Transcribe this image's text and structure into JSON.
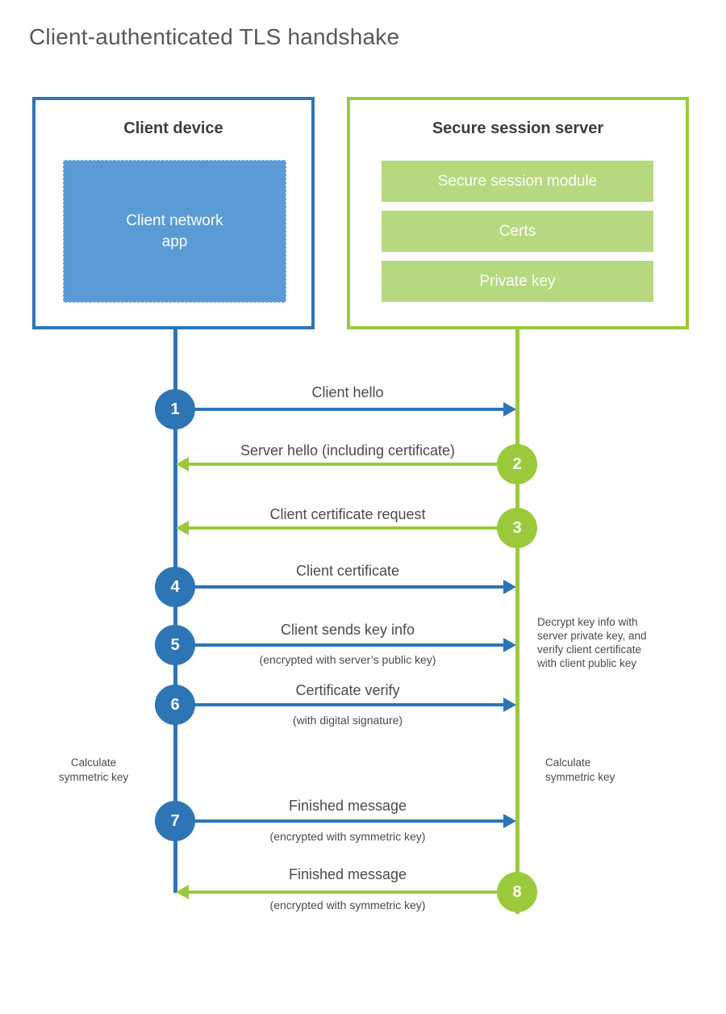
{
  "title": "Client-authenticated TLS handshake",
  "colors": {
    "blue": "#2e75b6",
    "blue_light": "#5b9bd5",
    "green": "#9aca3c",
    "green_light": "#b6d87f"
  },
  "client": {
    "title": "Client device",
    "app_label": "Client network\napp"
  },
  "server": {
    "title": "Secure session server",
    "modules": [
      "Secure session module",
      "Certs",
      "Private key"
    ]
  },
  "steps": [
    {
      "num": "1",
      "label": "Client hello",
      "sub": "",
      "direction": "client-to-server",
      "color": "blue"
    },
    {
      "num": "2",
      "label": "Server hello (including certificate)",
      "sub": "",
      "direction": "server-to-client",
      "color": "green"
    },
    {
      "num": "3",
      "label": "Client certificate request",
      "sub": "",
      "direction": "server-to-client",
      "color": "green"
    },
    {
      "num": "4",
      "label": "Client certificate",
      "sub": "",
      "direction": "client-to-server",
      "color": "blue"
    },
    {
      "num": "5",
      "label": "Client sends key info",
      "sub": "(encrypted with server’s public key)",
      "direction": "client-to-server",
      "color": "blue"
    },
    {
      "num": "6",
      "label": "Certificate verify",
      "sub": "(with digital signature)",
      "direction": "client-to-server",
      "color": "blue"
    },
    {
      "num": "7",
      "label": "Finished message",
      "sub": "(encrypted with symmetric key)",
      "direction": "client-to-server",
      "color": "blue"
    },
    {
      "num": "8",
      "label": "Finished message",
      "sub": "(encrypted with symmetric key)",
      "direction": "server-to-client",
      "color": "green"
    }
  ],
  "notes": {
    "decrypt": "Decrypt key info with\nserver private key, and\nverify client certificate\nwith client public key",
    "calc_left": "Calculate\nsymmetric key",
    "calc_right": "Calculate\nsymmetric key"
  }
}
